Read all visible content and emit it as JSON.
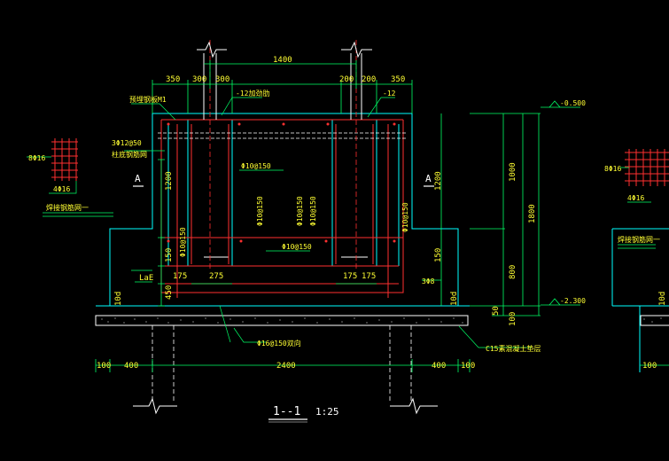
{
  "drawing": {
    "section_title": "1--1",
    "scale": "1:25",
    "section_mark": "A"
  },
  "dimensions": {
    "top_total": "1400",
    "top_left_350": "350",
    "top_left_300a": "300",
    "top_left_300b": "300",
    "top_right_200a": "200",
    "top_right_200b": "200",
    "top_right_350": "350",
    "bottom_100": "100",
    "bottom_400": "400",
    "bottom_total": "2400",
    "wall_1200": "1200",
    "wall_150": "150",
    "wall_450": "450",
    "bottom_175a": "175",
    "bottom_275": "275",
    "bottom_175b": "175",
    "bottom_175c": "175",
    "right_1000": "1000",
    "right_800": "800",
    "right_1800": "1800",
    "right_50": "50",
    "right_100": "100",
    "lap_10d": "10d",
    "anchor": "LaE"
  },
  "elevations": {
    "top": "-0.500",
    "bottom": "-2.300"
  },
  "annotations": {
    "embedded_plate": "预埋钢板M1",
    "stiffener_12": "-12加劲肋",
    "plate_12": "-12",
    "bars_3phi12": "3Φ12@50",
    "anchor_rebar_mesh": "柱底钢筋网",
    "rebar_phi16_left": "8Φ16",
    "rebar_4phi16": "4Φ16",
    "mesh_label": "焊接钢筋网一",
    "phi10_150_a": "Φ10@150",
    "phi10_150_b": "Φ10@150",
    "phi10_150_c": "Φ10@150",
    "phi10_150_d": "Φ10@150",
    "phi10_150_e": "Φ10@150",
    "phi10_150_f": "Φ10@150",
    "bars_3phi8": "3Φ8",
    "phi16_150": "Φ16@150双向",
    "blinding": "C15素混凝土垫层"
  }
}
